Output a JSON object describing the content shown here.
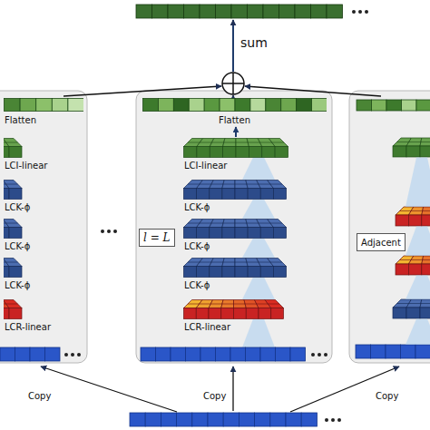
{
  "diagram": {
    "nodes": [
      {
        "text": [
          "Flatten"
        ]
      },
      {
        "text": [
          "LCI-linear"
        ]
      },
      {
        "text": [
          "LCK-ϕ"
        ]
      },
      {
        "text": [
          "LCK-ϕ"
        ]
      },
      {
        "text": [
          "LCK-ϕ"
        ]
      },
      {
        "text": [
          "LCR-linear"
        ]
      },
      {
        "text": [
          "Flatten"
        ]
      },
      {
        "text": [
          "LCI-linear"
        ]
      },
      {
        "text": [
          "LCK-ϕ"
        ]
      },
      {
        "text": [
          "LCK-ϕ"
        ]
      },
      {
        "text": [
          "LCK-ϕ"
        ]
      },
      {
        "text": [
          "LCR-linear"
        ]
      },
      {
        "text": [
          "l = L"
        ]
      },
      {
        "text": [
          "Adjacent"
        ]
      }
    ],
    "edges": [
      {
        "from": 7,
        "to": 6,
        "arrow": "to"
      }
    ],
    "labels": [
      "sum",
      "Copy",
      "Copy",
      "Copy"
    ]
  }
}
